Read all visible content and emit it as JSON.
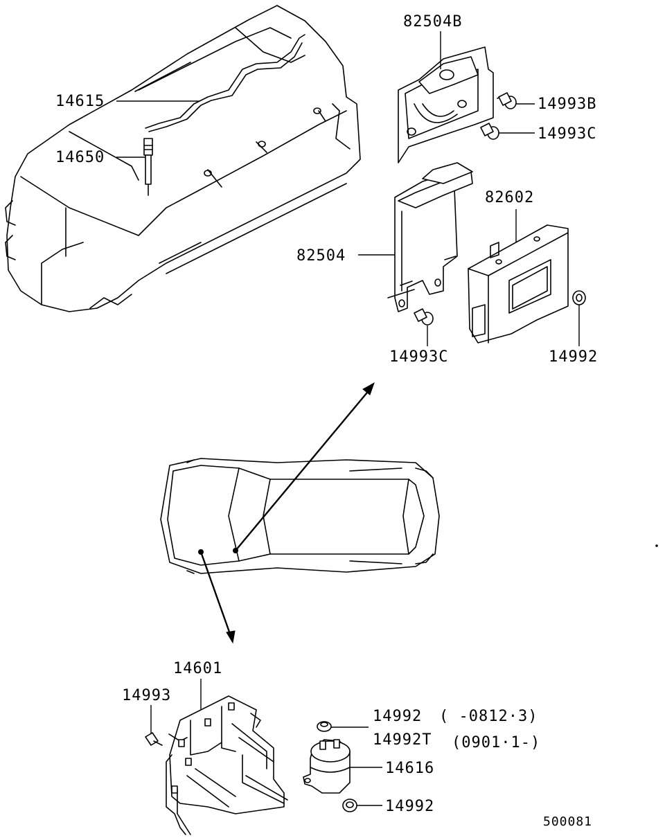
{
  "parts": {
    "p82504B": "82504B",
    "p14615": "14615",
    "p14650": "14650",
    "p14993B": "14993B",
    "p14993C_top": "14993C",
    "p82602": "82602",
    "p82504": "82504",
    "p14993C_bottom": "14993C",
    "p14992_right": "14992",
    "p14601": "14601",
    "p14993": "14993",
    "p14992_a": "14992",
    "p14992_a_range": "( -0812·3)",
    "p14992T": "14992T",
    "p14992T_range": "(0901·1-)",
    "p14616": "14616",
    "p14992_bottom": "14992"
  },
  "diagram_id": "500081"
}
